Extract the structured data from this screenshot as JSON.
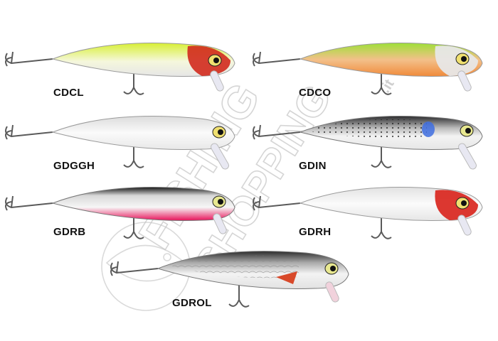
{
  "watermark": {
    "text_top": "FISHING",
    "text_bottom": "SHOPPING",
    "suffix": ".it"
  },
  "lures": [
    {
      "code": "CDCL",
      "colors": {
        "top": "#d7ef33",
        "belly": "#f5f7dc",
        "head": "#d22a1d"
      }
    },
    {
      "code": "CDCO",
      "colors": {
        "top": "#9ee037",
        "belly": "#f08a3a",
        "head": "#e7e7e7"
      }
    },
    {
      "code": "GDGGH",
      "colors": {
        "top": "#e9e9ea",
        "belly": "#fbfbfb",
        "head": "#dcdcdc"
      }
    },
    {
      "code": "GDIN",
      "colors": {
        "top": "#1d1d1f",
        "belly": "#f1f1f1",
        "head": "#d8d8d8",
        "spot": "#3f6fe0"
      }
    },
    {
      "code": "GDRB",
      "colors": {
        "top": "#161616",
        "belly": "#e8125a",
        "head": "#d8d8d8"
      }
    },
    {
      "code": "GDRH",
      "colors": {
        "top": "#ececec",
        "belly": "#fbfbfb",
        "head": "#d9261e"
      }
    },
    {
      "code": "GDROL",
      "colors": {
        "top": "#2a2a2a",
        "belly": "#f4f4f4",
        "head": "#d8d8d8",
        "fin": "#d8492a"
      }
    }
  ]
}
